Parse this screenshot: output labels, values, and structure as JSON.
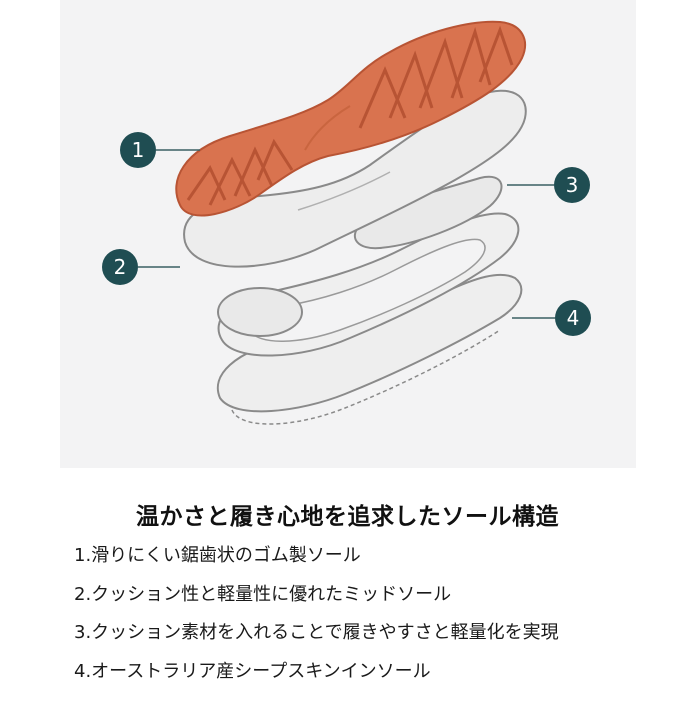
{
  "figure": {
    "callouts": [
      {
        "number": "1"
      },
      {
        "number": "2"
      },
      {
        "number": "3"
      },
      {
        "number": "4"
      }
    ],
    "colors": {
      "outsole": "#d9734f",
      "outsole_ridge": "#b85434",
      "layer_fill": "#ececec",
      "layer_stroke": "#8a8a8a",
      "callout_badge": "#1f4d52",
      "background": "#f3f3f4"
    }
  },
  "heading": "温かさと履き心地を追求したソール構造",
  "features": [
    "1.滑りにくい鋸歯状のゴム製ソール",
    "2.クッション性と軽量性に優れたミッドソール",
    "3.クッション素材を入れることで履きやすさと軽量化を実現",
    "4.オーストラリア産シープスキンインソール"
  ]
}
